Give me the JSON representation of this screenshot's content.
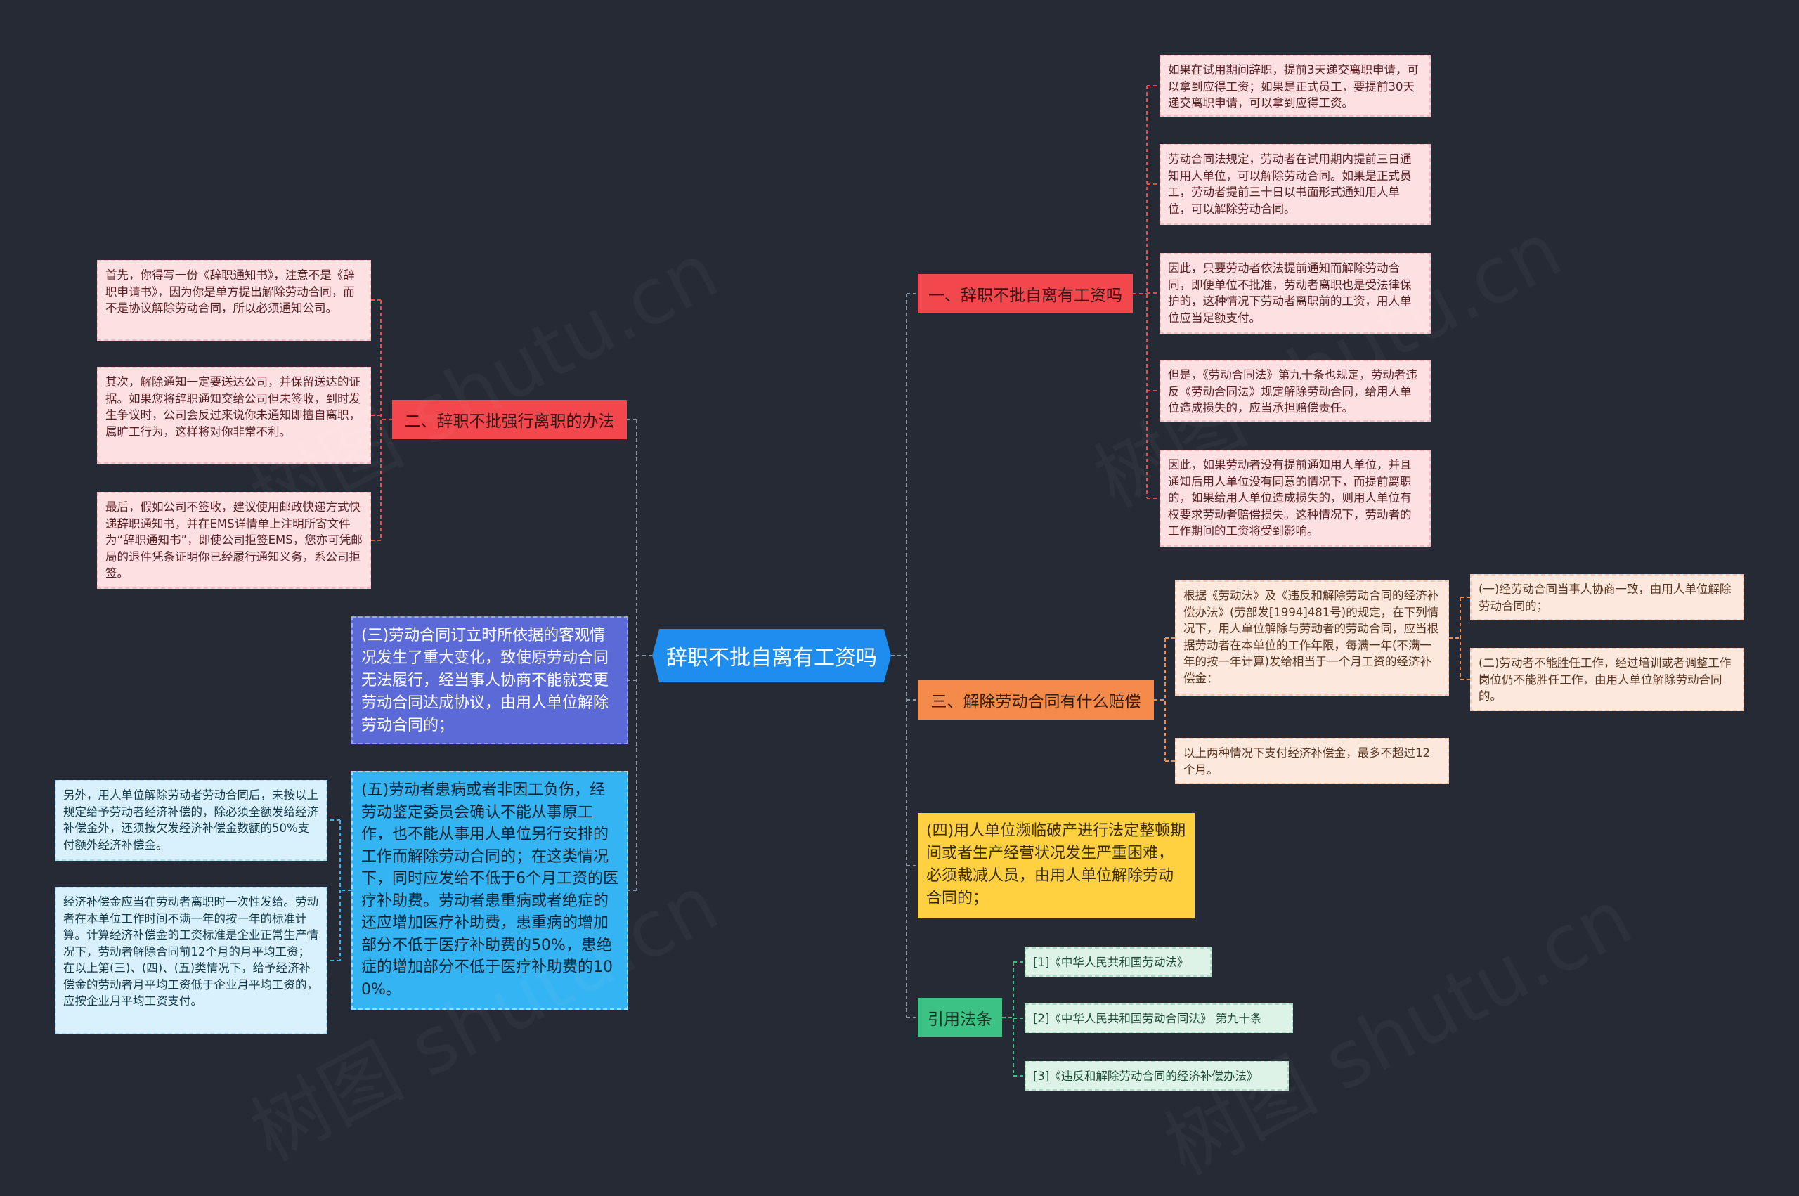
{
  "root": "辞职不批自离有工资吗",
  "branches": {
    "b1": "一、辞职不批自离有工资吗",
    "b2": "二、辞职不批强行离职的办法",
    "b3": "三、解除劳动合同有什么赔偿",
    "b4": "(四)用人单位濒临破产进行法定整顿期间或者生产经营状况发生严重困难，必须裁减人员，由用人单位解除劳动合同的；",
    "b5": "(三)劳动合同订立时所依据的客观情况发生了重大变化，致使原劳动合同无法履行，经当事人协商不能就变更劳动合同达成协议，由用人单位解除劳动合同的；",
    "b6": "(五)劳动者患病或者非因工负伤，经劳动鉴定委员会确认不能从事原工作，也不能从事用人单位另行安排的工作而解除劳动合同的；在这类情况下，同时应发给不低于6个月工资的医疗补助费。劳动者患重病或者绝症的还应增加医疗补助费，患重病的增加部分不低于医疗补助费的50%，患绝症的增加部分不低于医疗补助费的100%。",
    "b7": "引用法条"
  },
  "b1_leaves": [
    "如果在试用期间辞职，提前3天递交离职申请，可以拿到应得工资；如果是正式员工，要提前30天递交离职申请，可以拿到应得工资。",
    "劳动合同法规定，劳动者在试用期内提前三日通知用人单位，可以解除劳动合同。如果是正式员工，劳动者提前三十日以书面形式通知用人单位，可以解除劳动合同。",
    "因此，只要劳动者依法提前通知而解除劳动合同，即便单位不批准，劳动者离职也是受法律保护的，这种情况下劳动者离职前的工资，用人单位应当足额支付。",
    "但是，《劳动合同法》第九十条也规定，劳动者违反《劳动合同法》规定解除劳动合同，给用人单位造成损失的，应当承担赔偿责任。",
    "因此，如果劳动者没有提前通知用人单位，并且通知后用人单位没有同意的情况下，而提前离职的，如果给用人单位造成损失的，则用人单位有权要求劳动者赔偿损失。这种情况下，劳动者的工作期间的工资将受到影响。"
  ],
  "b2_leaves": [
    "首先，你得写一份《辞职通知书》，注意不是《辞职申请书》，因为你是单方提出解除劳动合同，而不是协议解除劳动合同，所以必须通知公司。",
    "其次，解除通知一定要送达公司，并保留送达的证据。如果您将辞职通知交给公司但未签收，到时发生争议时，公司会反过来说你未通知即擅自离职，属旷工行为，这样将对你非常不利。",
    "最后，假如公司不签收，建议使用邮政快递方式快递辞职通知书，并在EMS详情单上注明所寄文件为“辞职通知书”，即使公司拒签EMS，您亦可凭邮局的退件凭条证明你已经履行通知义务，系公司拒签。"
  ],
  "b3_leaves": [
    "根据《劳动法》及《违反和解除劳动合同的经济补偿办法》(劳部发[1994]481号)的规定，在下列情况下，用人单位解除与劳动者的劳动合同，应当根据劳动者在本单位的工作年限，每满一年(不满一年的按一年计算)发给相当于一个月工资的经济补偿金：",
    "以上两种情况下支付经济补偿金，最多不超过12个月。"
  ],
  "b3_sub": [
    "(一)经劳动合同当事人协商一致，由用人单位解除劳动合同的；",
    "(二)劳动者不能胜任工作，经过培训或者调整工作岗位仍不能胜任工作，由用人单位解除劳动合同的。"
  ],
  "b6_leaves": [
    "另外，用人单位解除劳动者劳动合同后，未按以上规定给予劳动者经济补偿的，除必须全额发给经济补偿金外，还须按欠发经济补偿金数额的50%支付额外经济补偿金。",
    "经济补偿金应当在劳动者离职时一次性发给。劳动者在本单位工作时间不满一年的按一年的标准计算。计算经济补偿金的工资标准是企业正常生产情况下，劳动者解除合同前12个月的月平均工资；在以上第(三)、(四)、(五)类情况下，给予经济补偿金的劳动者月平均工资低于企业月平均工资的，应按企业月平均工资支付。"
  ],
  "b7_leaves": [
    "[1]《中华人民共和国劳动法》",
    "[2]《中华人民共和国劳动合同法》 第九十条",
    "[3]《违反和解除劳动合同的经济补偿办法》"
  ],
  "colors": {
    "background": "#252a34",
    "root": "#1f8ded",
    "red": "#f2474d",
    "orange": "#f48b4b",
    "green": "#3cc284",
    "yellow": "#ffd040",
    "indigo": "#5b6ad7",
    "blue": "#34b4f2"
  }
}
